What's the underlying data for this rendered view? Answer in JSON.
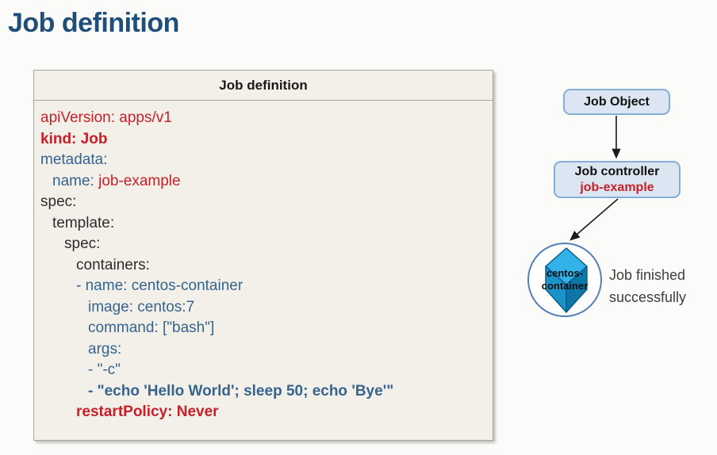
{
  "page": {
    "title": "Job definition"
  },
  "code_panel": {
    "header": "Job definition",
    "lines": [
      {
        "indent": 0,
        "parts": [
          {
            "t": "apiVersion: apps/v1",
            "c": "red"
          }
        ]
      },
      {
        "indent": 0,
        "parts": [
          {
            "t": "kind: Job",
            "c": "red-b"
          }
        ]
      },
      {
        "indent": 0,
        "parts": [
          {
            "t": "metadata:",
            "c": "blue"
          }
        ]
      },
      {
        "indent": 2,
        "parts": [
          {
            "t": "name: ",
            "c": "blue"
          },
          {
            "t": "job-example",
            "c": "red"
          }
        ]
      },
      {
        "indent": 0,
        "parts": [
          {
            "t": "spec:",
            "c": "dark"
          }
        ]
      },
      {
        "indent": 2,
        "parts": [
          {
            "t": "template:",
            "c": "dark"
          }
        ]
      },
      {
        "indent": 4,
        "parts": [
          {
            "t": "spec:",
            "c": "dark"
          }
        ]
      },
      {
        "indent": 6,
        "parts": [
          {
            "t": "containers:",
            "c": "dark"
          }
        ]
      },
      {
        "indent": 6,
        "parts": [
          {
            "t": "- name: centos-container",
            "c": "blue"
          }
        ]
      },
      {
        "indent": 8,
        "parts": [
          {
            "t": "image: centos:7",
            "c": "blue"
          }
        ]
      },
      {
        "indent": 8,
        "parts": [
          {
            "t": "command: [\"bash\"]",
            "c": "blue"
          }
        ]
      },
      {
        "indent": 8,
        "parts": [
          {
            "t": "args:",
            "c": "blue"
          }
        ]
      },
      {
        "indent": 8,
        "parts": [
          {
            "t": "- \"-c\"",
            "c": "blue"
          }
        ]
      },
      {
        "indent": 8,
        "parts": [
          {
            "t": "- \"echo 'Hello World'; sleep 50; echo 'Bye'\"",
            "c": "blue-b"
          }
        ]
      },
      {
        "indent": 6,
        "parts": [
          {
            "t": "restartPolicy: Never",
            "c": "red-b"
          }
        ]
      }
    ]
  },
  "diagram": {
    "job_object_label": "Job Object",
    "job_controller_label": "Job controller",
    "job_controller_name": "job-example",
    "container_label_top": "centos-",
    "container_label_bottom": "container",
    "result_text_line1": "Job finished",
    "result_text_line2": "successfully"
  },
  "colors": {
    "title_navy": "#1f4e79",
    "accent_red": "#c8202a",
    "accent_blue": "#36648e",
    "panel_bg": "#f2f0e9",
    "node_fill": "#dce6f2",
    "node_border": "#84aed6",
    "cube_top": "#33b1e9",
    "cube_left": "#1b93c9",
    "cube_right": "#0f76a8"
  }
}
